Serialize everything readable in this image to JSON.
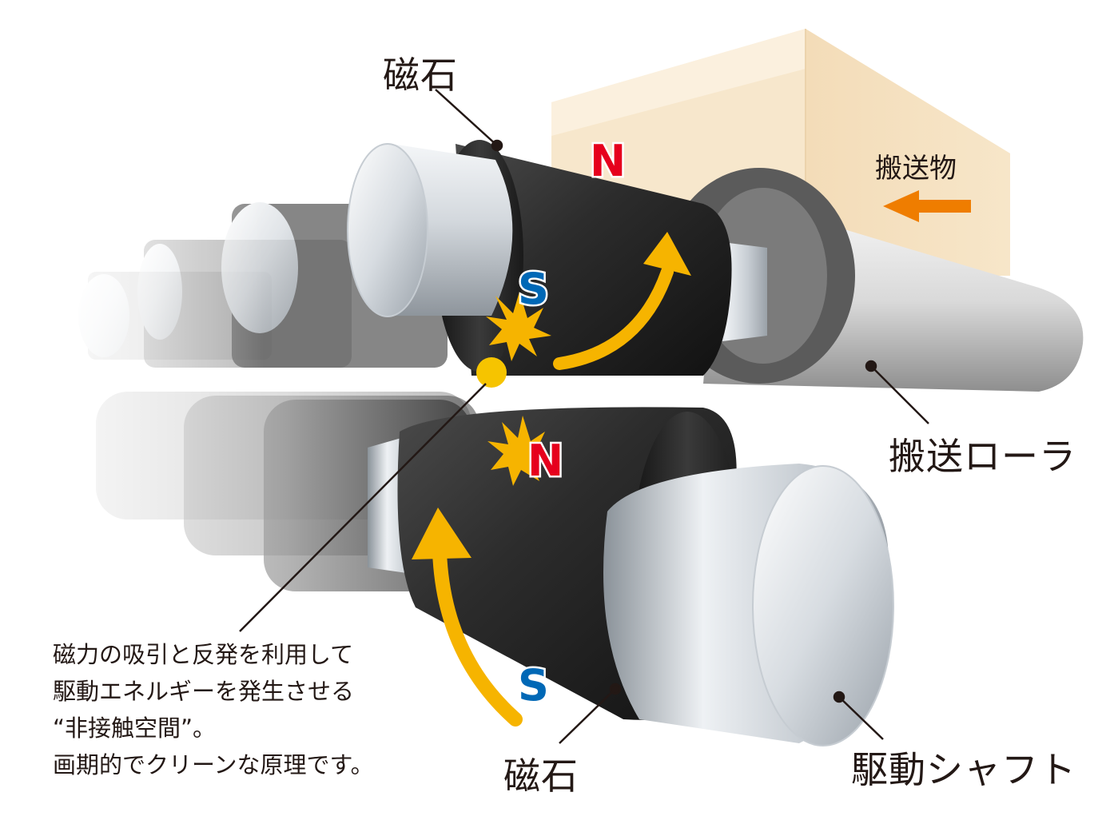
{
  "labels": {
    "magnet_top": "磁石",
    "transported_item": "搬送物",
    "transport_roller": "搬送ローラ",
    "magnet_bottom": "磁石",
    "drive_shaft": "駆動シャフト"
  },
  "poles": {
    "top_n": "N",
    "top_s": "S",
    "bottom_n": "N",
    "bottom_s": "S"
  },
  "caption": {
    "line1": "磁力の吸引と反発を利用して",
    "line2": "駆動エネルギーを発生させる",
    "line3": "“非接触空間”。",
    "line4": "画期的でクリーンな原理です。"
  },
  "colors": {
    "north": "#e6001d",
    "south": "#0068b6",
    "rotation_arrow": "#f6b400",
    "direction_arrow": "#ef7d00",
    "box": "#f6e3c4",
    "gap_marker": "#f6c400"
  }
}
